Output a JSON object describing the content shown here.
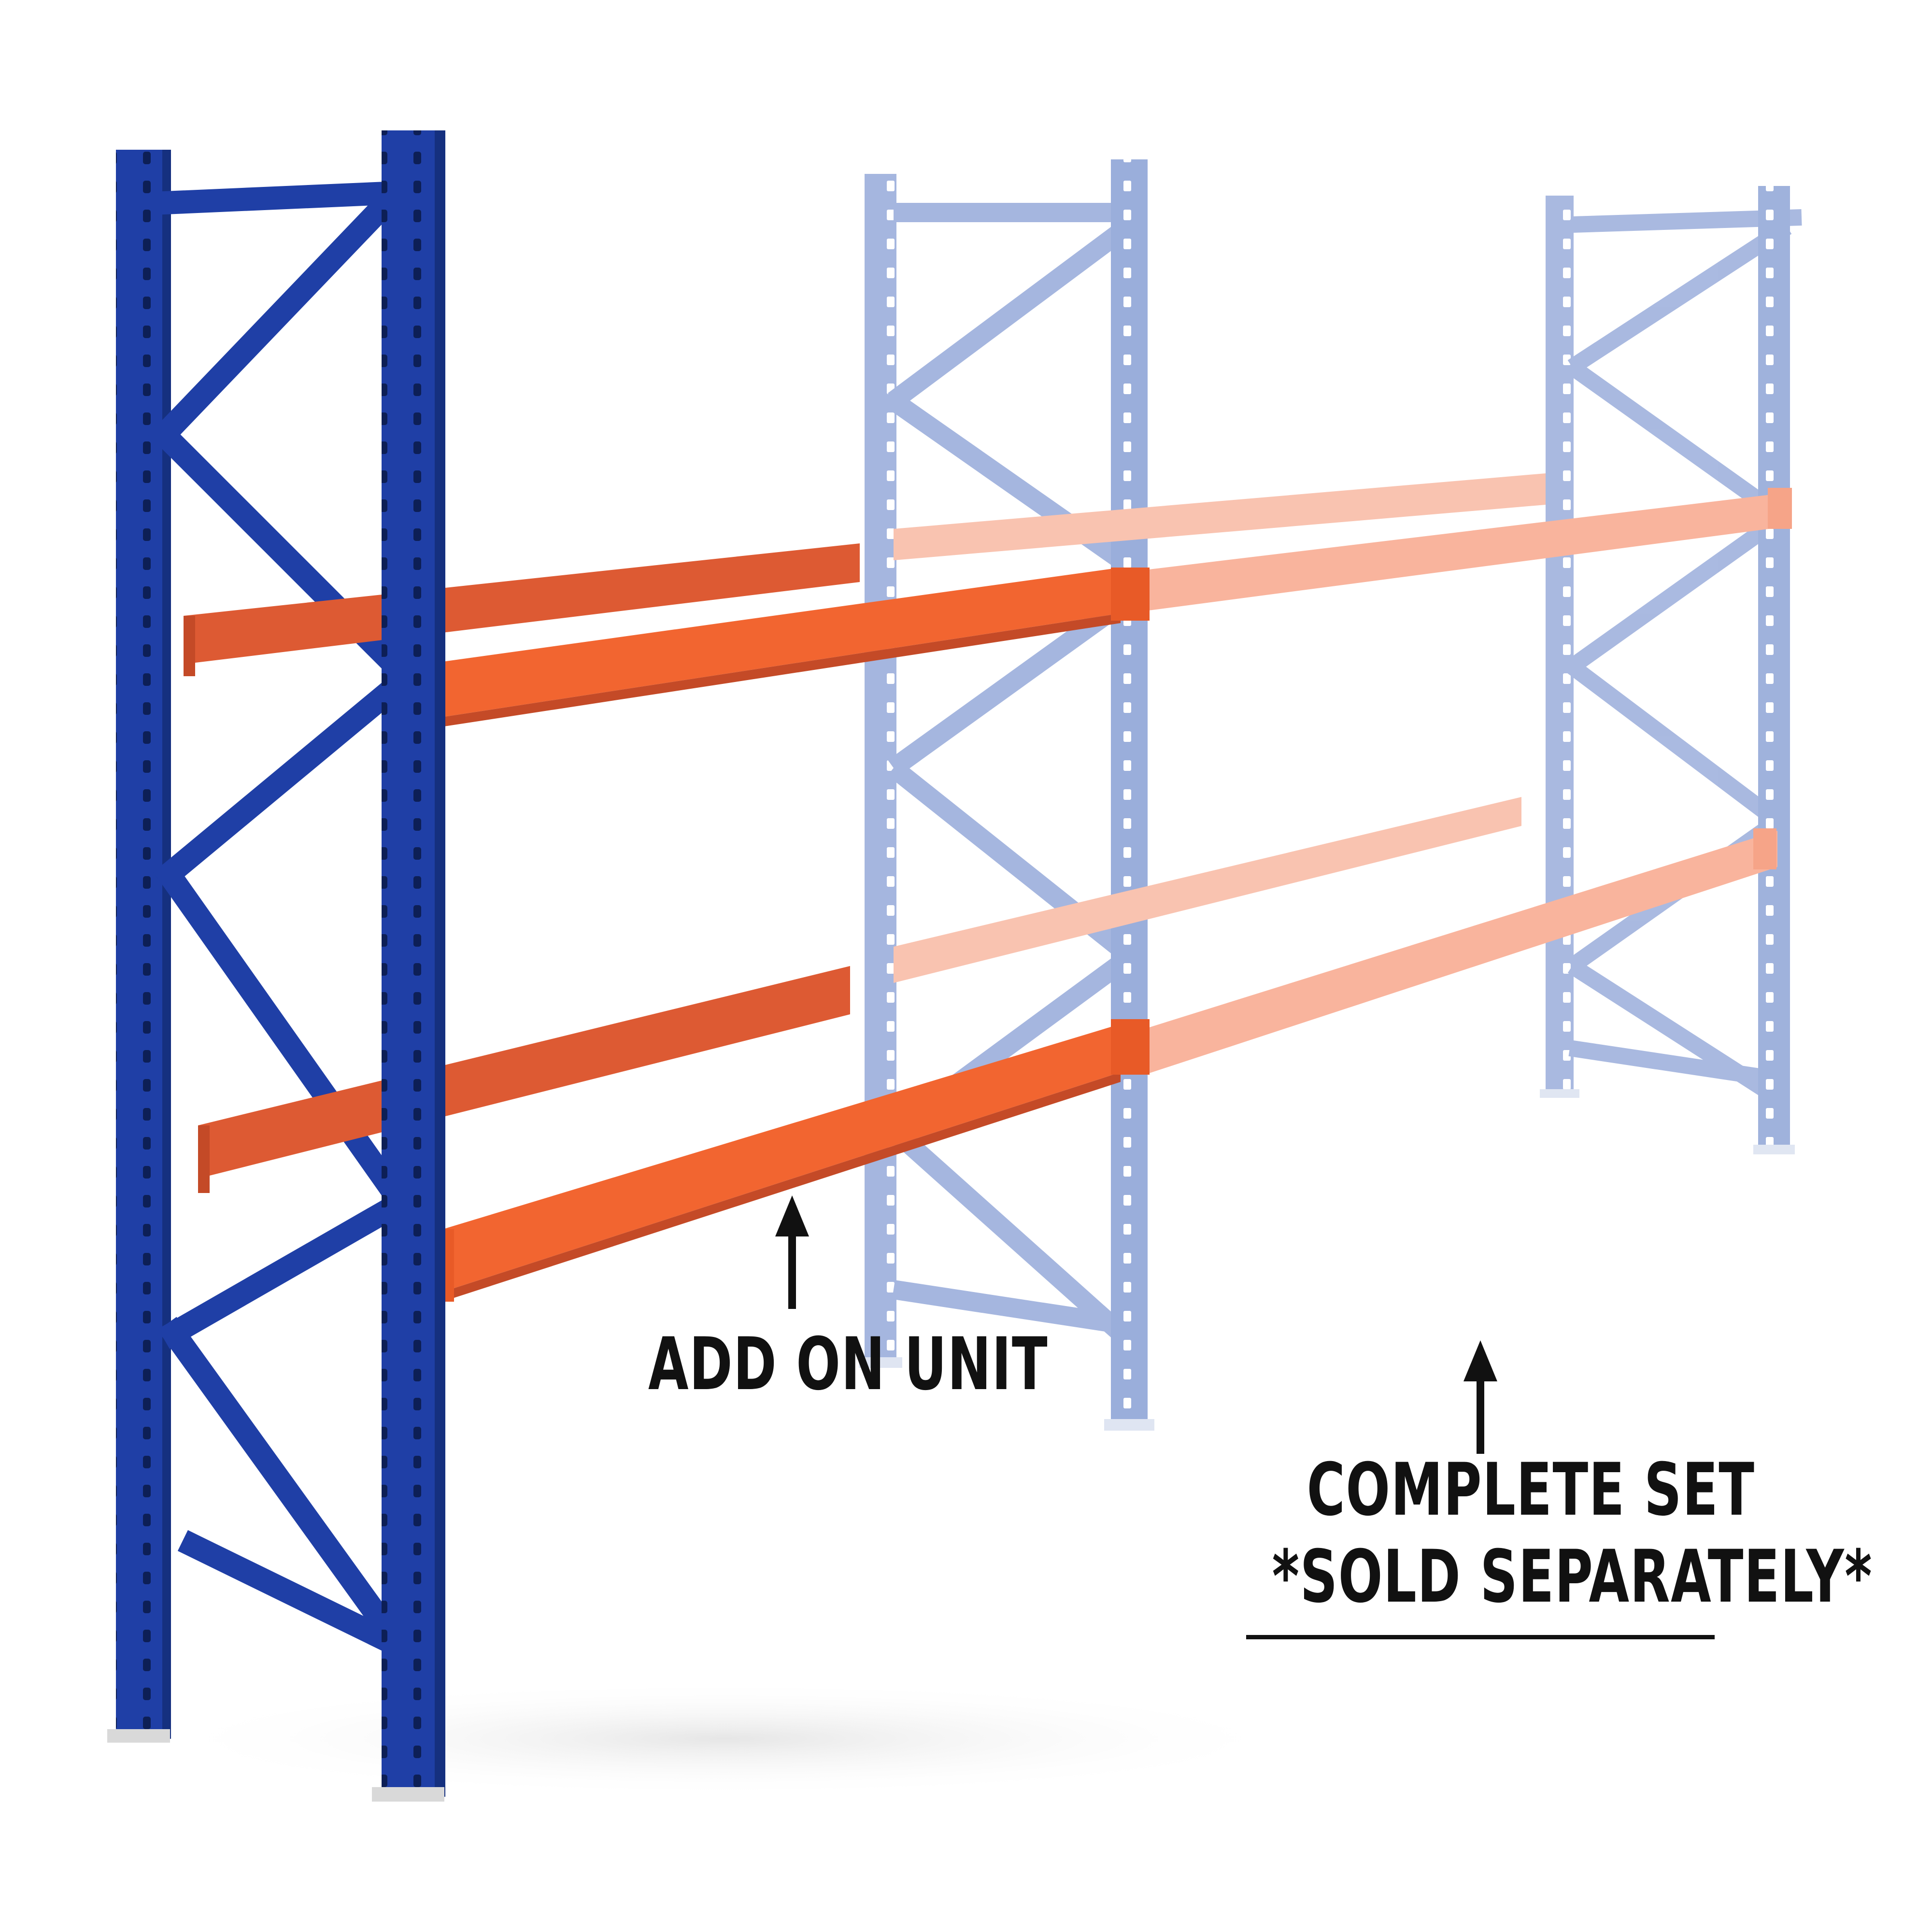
{
  "captions": {
    "add_on": "ADD ON UNIT",
    "complete_set": "COMPLETE SET",
    "sold_separately": "*SOLD SEPARATELY*"
  },
  "colors": {
    "upright_blue": "#1f3fa6",
    "upright_blue_dark": "#15307f",
    "upright_blue_faded": "#9aaedb",
    "beam_orange": "#f26530",
    "beam_orange_back": "#dd5a33",
    "beam_orange_faded": "#f9b49d",
    "text": "#111111",
    "background": "#ffffff"
  },
  "icons": {
    "add_on_arrow": "arrow-up-icon",
    "complete_set_arrow": "arrow-up-icon"
  }
}
